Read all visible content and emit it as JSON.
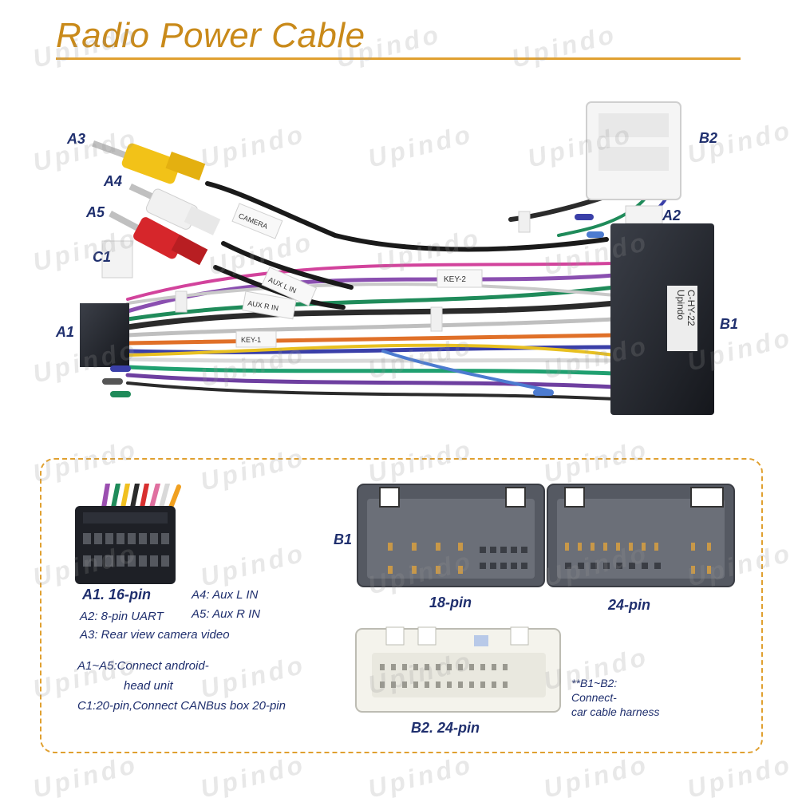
{
  "header": {
    "title": "Radio Power Cable"
  },
  "watermark": {
    "text": "Upindo"
  },
  "photo": {
    "labels": {
      "a3": "A3",
      "a4": "A4",
      "a5": "A5",
      "c1": "C1",
      "a1": "A1",
      "b2": "B2",
      "a2": "A2",
      "b1": "B1"
    },
    "tags": {
      "camera": "CAMERA",
      "aux_l": "AUX L IN",
      "aux_r": "AUX R IN",
      "key2": "KEY-2",
      "key1": "KEY-1"
    },
    "connector_print": {
      "line1": "Upindo",
      "line2": "C-HY-22"
    }
  },
  "details": {
    "a1_title": "A1. 16-pin",
    "a2": "A2: 8-pin UART",
    "a3": "A3: Rear view camera video",
    "a4": "A4: Aux L IN",
    "a5": "A5: Aux R IN",
    "a1_a5_line1": "A1~A5:Connect android-",
    "a1_a5_line2": "head unit",
    "c1": "C1:20-pin,Connect CANBus box 20-pin",
    "b1_label": "B1",
    "b1_left_pins": "18-pin",
    "b1_right_pins": "24-pin",
    "b2_title": "B2. 24-pin",
    "note_line1": "**B1~B2:",
    "note_line2": "Connect-",
    "note_line3": "car cable harness"
  },
  "colors": {
    "title": "#c98a1a",
    "label": "#1f2f6e",
    "dashed_border": "#e0a030"
  }
}
